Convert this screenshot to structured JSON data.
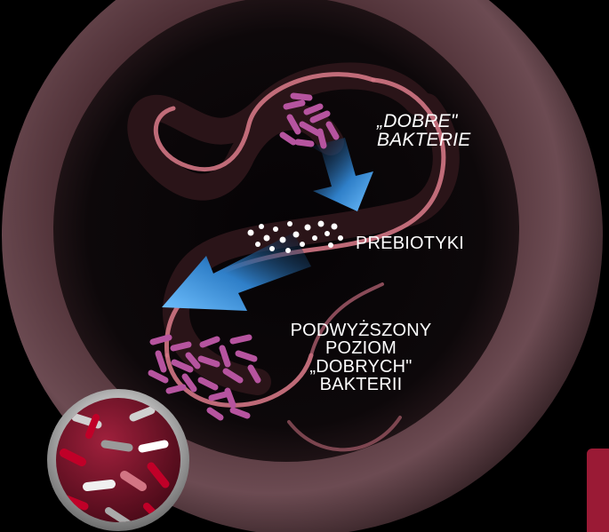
{
  "labels": {
    "good_bacteria": {
      "line1": "„DOBRE\"",
      "line2": "BAKTERIE"
    },
    "prebiotics": "PREBIOTYKI",
    "increased_level": {
      "line1": "PODWYŻSZONY",
      "line2": "POZIOM",
      "line3": "„DOBRYCH\"",
      "line4": "BAKTERII"
    }
  },
  "colors": {
    "background": "#000000",
    "ring_outer": "#5a3a40",
    "intestine_tube": "#c06a7a",
    "bacteria": "#b6549f",
    "arrow": "#3a8fd6",
    "prebiotic_dots": "#ffffff",
    "badge_ring": "#c8c8c8",
    "badge_fill": "#8a1830",
    "corner_tab": "#9a1a35"
  },
  "icons": {
    "top_bacteria_cluster": "bacteria-cluster-icon",
    "bottom_bacteria_cluster": "bacteria-cluster-icon",
    "prebiotic_particles": "dots-icon",
    "badge": "microscope-bacteria-badge-icon"
  }
}
